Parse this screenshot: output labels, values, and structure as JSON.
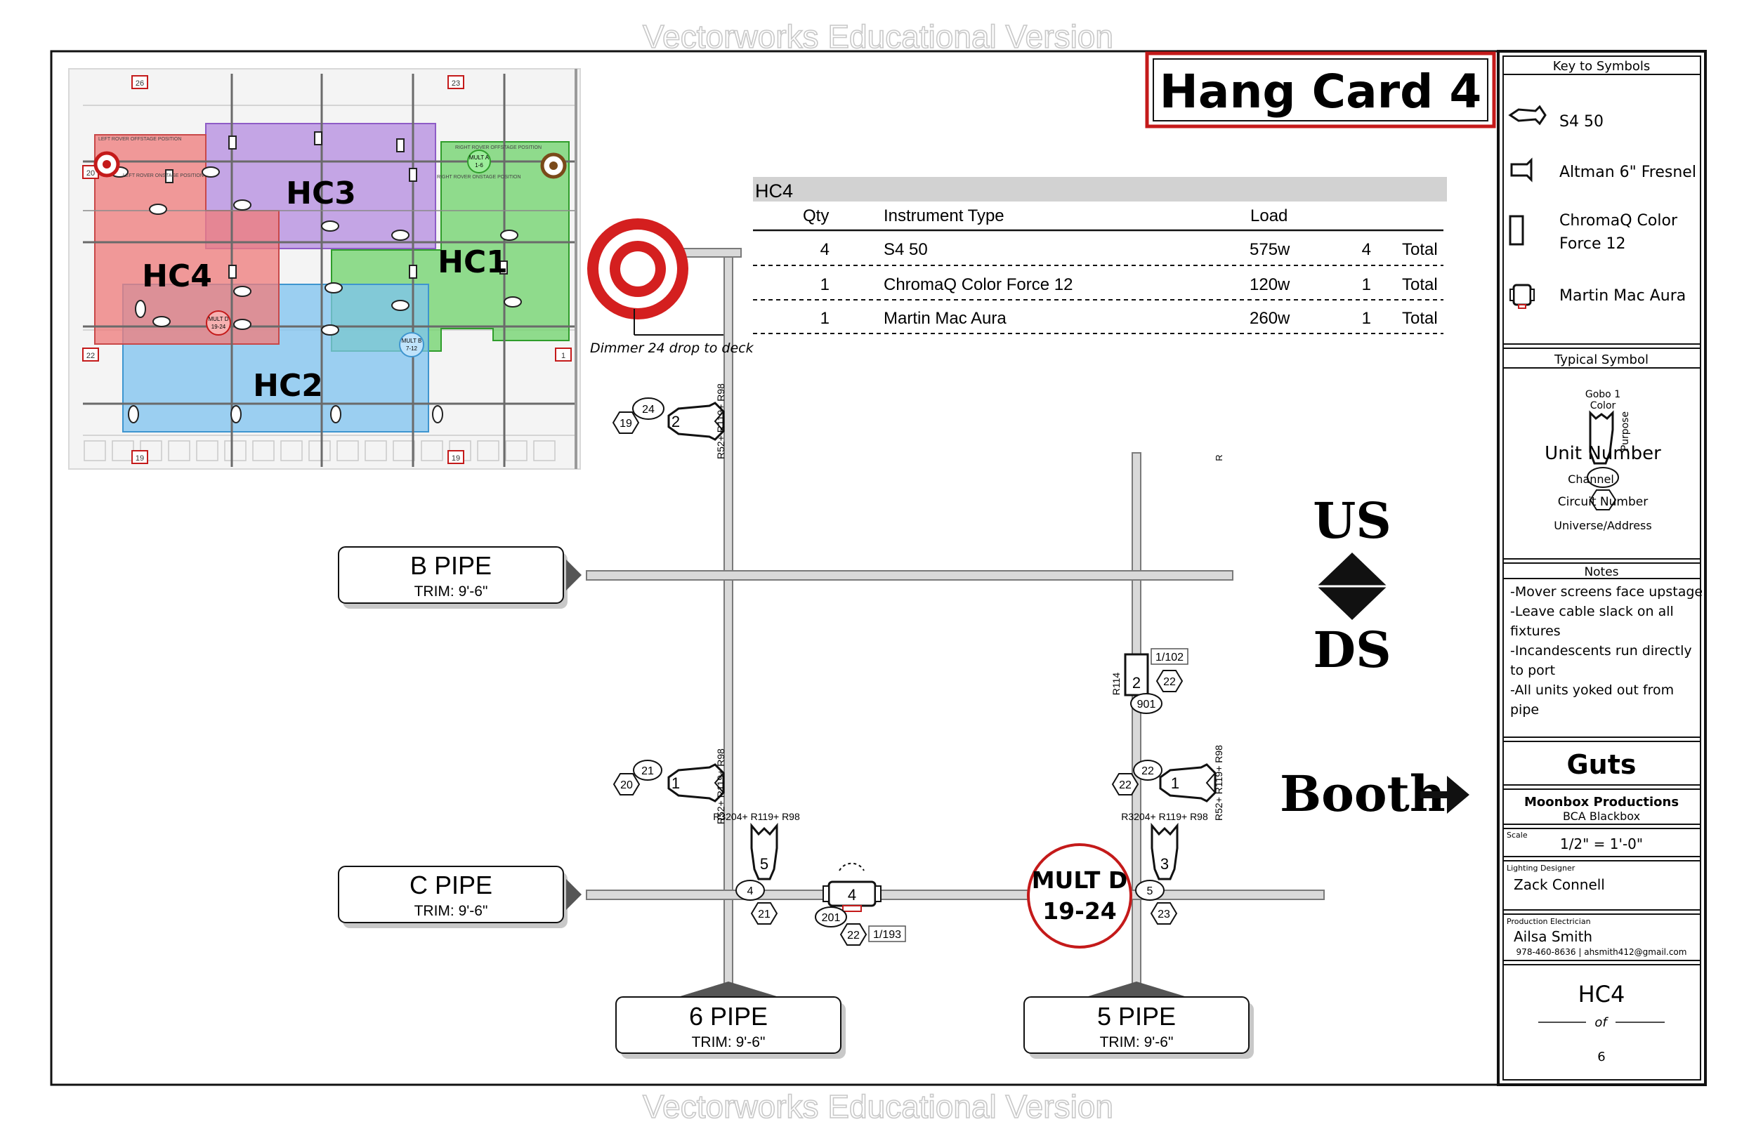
{
  "watermark": "Vectorworks Educational Version",
  "title": "Hang Card 4",
  "key_to_symbols": {
    "heading": "Key to Symbols",
    "items": [
      {
        "icon": "s4-50-icon",
        "label": "S4 50"
      },
      {
        "icon": "fresnel-icon",
        "label": "Altman 6\" Fresnel"
      },
      {
        "icon": "chromaq-icon",
        "label_line1": "ChromaQ Color",
        "label_line2": "Force 12"
      },
      {
        "icon": "mac-aura-icon",
        "label": "Martin Mac Aura"
      }
    ]
  },
  "typical_symbol": {
    "heading": "Typical Symbol",
    "gobo": "Gobo 1",
    "color": "Color",
    "purpose": "Purpose",
    "unit_number": "Unit Number",
    "channel": "Channel",
    "circuit_number": "Circuit Number",
    "universe_address": "Universe/Address"
  },
  "notes": {
    "heading": "Notes",
    "lines": [
      "-Mover screens face upstage",
      "-Leave cable slack on all",
      "fixtures",
      "-Incandescents run directly",
      "to port",
      "-All units yoked out from",
      "pipe"
    ]
  },
  "title_block": {
    "show": "Guts",
    "company": "Moonbox Productions",
    "venue": "BCA Blackbox",
    "scale_label": "Scale",
    "scale": "1/2\" = 1'-0\"",
    "designer_label": "Lighting Designer",
    "designer": "Zack Connell",
    "electrician_label": "Production Electrician",
    "electrician": "Ailsa Smith",
    "electrician_contact": "978-460-8636 | ahsmith412@gmail.com",
    "sheet": "HC4",
    "of": "of",
    "total": "6"
  },
  "schedule": {
    "heading": "HC4",
    "col_qty": "Qty",
    "col_type": "Instrument Type",
    "col_load": "Load",
    "rows": [
      {
        "qty": "4",
        "type": "S4 50",
        "load": "575w",
        "count": "4",
        "total": "Total"
      },
      {
        "qty": "1",
        "type": "ChromaQ Color Force 12",
        "load": "120w",
        "count": "1",
        "total": "Total"
      },
      {
        "qty": "1",
        "type": "Martin Mac Aura",
        "load": "260w",
        "count": "1",
        "total": "Total"
      }
    ]
  },
  "dimmer_note": "Dimmer 24 drop to deck",
  "directions": {
    "us": "US",
    "ds": "DS",
    "booth": "Booth"
  },
  "pipes": [
    {
      "name": "B PIPE",
      "trim": "TRIM: 9'-6\""
    },
    {
      "name": "C PIPE",
      "trim": "TRIM: 9'-6\""
    },
    {
      "name": "6 PIPE",
      "trim": "TRIM: 9'-6\""
    },
    {
      "name": "5 PIPE",
      "trim": "TRIM: 9'-6\""
    }
  ],
  "mult": {
    "line1": "MULT D",
    "line2": "19-24"
  },
  "instruments": {
    "six_top": {
      "unit": "2",
      "channel": "24",
      "circuit": "19",
      "color": "R52+ R119+ R98"
    },
    "six_mid": {
      "unit": "1",
      "channel": "21",
      "circuit": "20",
      "color": "R52+ R119+ R98"
    },
    "six_low": {
      "unit": "5",
      "channel": "4",
      "circuit": "21",
      "color": "R3204+ R119+ R98"
    },
    "aura": {
      "unit": "4",
      "channel": "201",
      "circuit": "22",
      "address": "1/193"
    },
    "five_chroma": {
      "unit": "2",
      "channel": "901",
      "circuit": "22",
      "address": "1/102",
      "color": "R114"
    },
    "five_mid": {
      "unit": "1",
      "channel": "22",
      "circuit": "22",
      "color": "R52+ R119+ R98"
    },
    "five_low": {
      "unit": "3",
      "channel": "5",
      "circuit": "23",
      "color": "R3204+ R119+ R98"
    },
    "five_r": "R"
  },
  "minimap": {
    "zones": [
      "HC3",
      "HC1",
      "HC4",
      "HC2"
    ],
    "numbers": [
      "26",
      "23",
      "20",
      "22",
      "1",
      "19",
      "19"
    ],
    "mult_a": {
      "line1": "MULT A",
      "line2": "1-6"
    },
    "mult_b": {
      "line1": "MULT B",
      "line2": "7-12"
    },
    "mult_d": {
      "line1": "MULT D",
      "line2": "19-24"
    },
    "left_offstage": "LEFT ROVER OFFSTAGE POSITION",
    "left_onstage": "LEFT ROVER ONSTAGE POSITION",
    "right_offstage": "RIGHT ROVER OFFSTAGE POSITION",
    "right_onstage": "RIGHT ROVER ONSTAGE POSITION"
  },
  "colors": {
    "red": "#c41a1a",
    "hc3": "#b48be0",
    "hc1": "#6ed36a",
    "hc4": "#ee7d7d",
    "hc2": "#7ec3f0"
  }
}
